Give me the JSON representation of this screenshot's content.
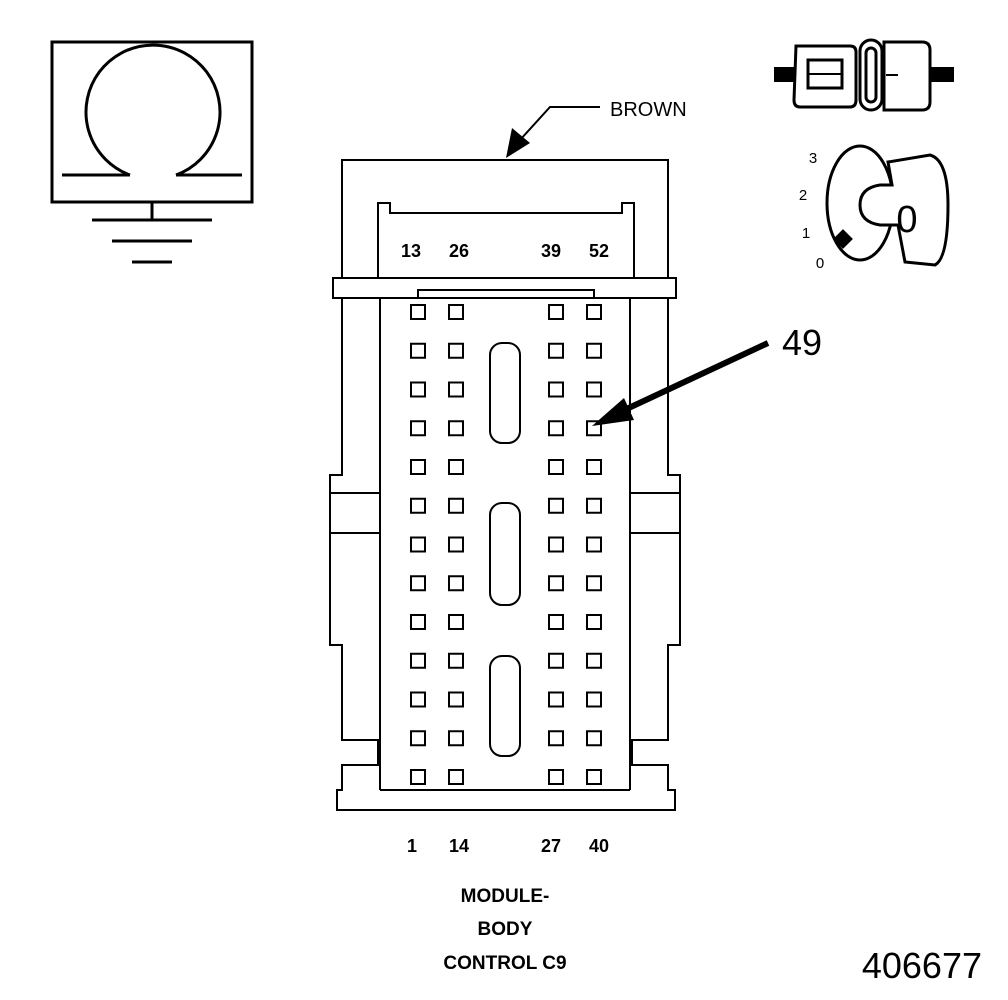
{
  "labels": {
    "wire_color": "BROWN",
    "callout_pin": "49",
    "figure_number": "406677",
    "top_pin_numbers": [
      "13",
      "26",
      "39",
      "52"
    ],
    "bottom_pin_numbers": [
      "1",
      "14",
      "27",
      "40"
    ],
    "caption_lines": [
      "MODULE-",
      "BODY",
      "CONTROL C9"
    ],
    "ignition_positions": [
      "3",
      "2",
      "1",
      "0"
    ],
    "key_label": "0"
  },
  "connector": {
    "rows": 13,
    "columns": 4,
    "highlighted_pin": 49
  },
  "icons": {
    "ohmmeter": "ohmmeter-icon",
    "ground": "ground-icon",
    "connector_disconnect": "connector-disconnect-icon",
    "ignition_switch": "ignition-key-icon"
  },
  "colors": {
    "line": "#000000",
    "background": "#ffffff"
  }
}
